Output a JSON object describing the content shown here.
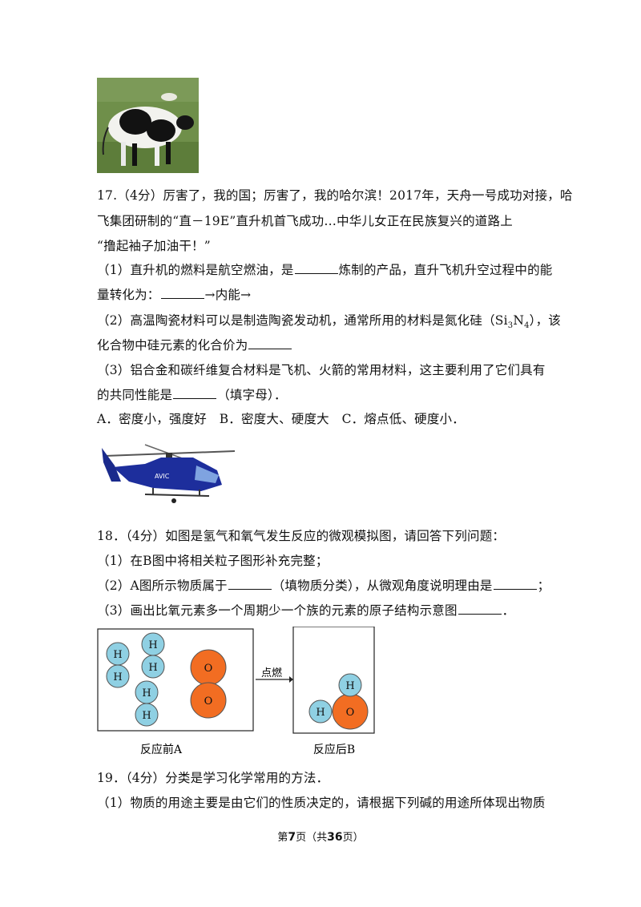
{
  "q17": {
    "line1": "17.（4分）厉害了，我的国；厉害了，我的哈尔滨！2017年，天舟一号成功对接，哈",
    "line2": "飞集团研制的“直－19E”直升机首飞成功…中华儿女正在民族复兴的道路上",
    "line3": "“撸起袖子加油干！”",
    "p1a": "（1）直升机的燃料是航空燃油，是",
    "p1b": "炼制的产品，直升飞机升空过程中的能",
    "p1c": "量转化为：",
    "p1d": "→内能→",
    "p2a": "（2）高温陶瓷材料可以是制造陶瓷发动机，通常所用的材料是氮化硅（Si",
    "p2sub1": "3",
    "p2n": "N",
    "p2sub2": "4",
    "p2b": "），该",
    "p2c": "化合物中硅元素的化合价为",
    "p3a": "（3）铝合金和碳纤维复合材料是飞机、火箭的常用材料，这主要利用了它们具有",
    "p3b": "的共同性能是",
    "p3c": "（填字母）．",
    "options": "A．密度小，强度好　B．密度大、硬度大　C．熔点低、硬度小．"
  },
  "q18": {
    "line1": "18．（4分）如图是氢气和氧气发生反应的微观模拟图，请回答下列问题：",
    "p1": "（1）在B图中将相关粒子图形补充完整；",
    "p2a": "（2）A图所示物质属于",
    "p2b": "（填物质分类），从微观角度说明理由是",
    "p2c": "；",
    "p3a": "（3）画出比氧元素多一个周期少一个族的元素的原子结构示意图",
    "p3b": "．",
    "diagram": {
      "arrow_label": "点燃",
      "label_a": "反应前A",
      "label_b": "反应后B",
      "h": "H",
      "o": "O"
    },
    "colors": {
      "hydrogen": "#8fd0e3",
      "oxygen": "#f26d22"
    }
  },
  "q19": {
    "line1": "19．（4分）分类是学习化学常用的方法．",
    "line2": "（1）物质的用途主要是由它们的性质决定的，请根据下列碱的用途所体现出物质"
  },
  "footer": {
    "pre": "第",
    "page": "7",
    "mid": "页（共",
    "total": "36",
    "post": "页）"
  }
}
